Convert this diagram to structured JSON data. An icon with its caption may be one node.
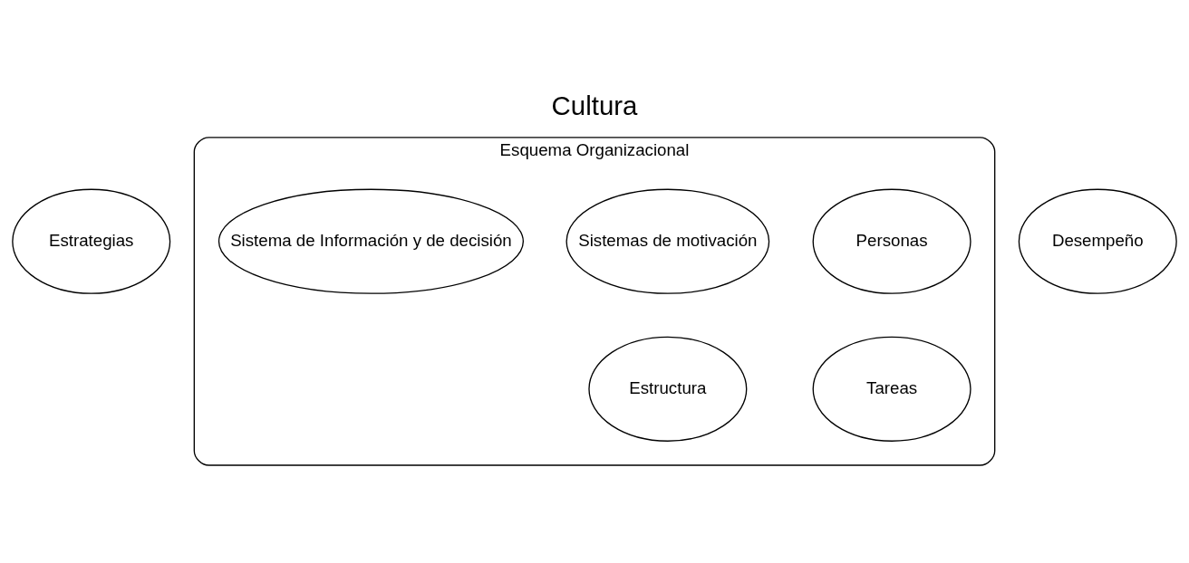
{
  "diagram": {
    "title": "Cultura",
    "nodes": [
      {
        "text": [
          "Estrategias"
        ]
      },
      {
        "text": [
          "Esquema Organizacional"
        ]
      },
      {
        "text": [
          "Personas"
        ],
        "in": 1
      },
      {
        "text": [
          "Sistemas de motivación"
        ],
        "in": 1
      },
      {
        "text": [
          "Sistema de Información y de decisión"
        ],
        "in": 1
      },
      {
        "text": [
          "Tareas"
        ],
        "in": 1
      },
      {
        "text": [
          "Estructura"
        ],
        "in": 1
      },
      {
        "text": [
          "Desempeño"
        ]
      }
    ]
  }
}
